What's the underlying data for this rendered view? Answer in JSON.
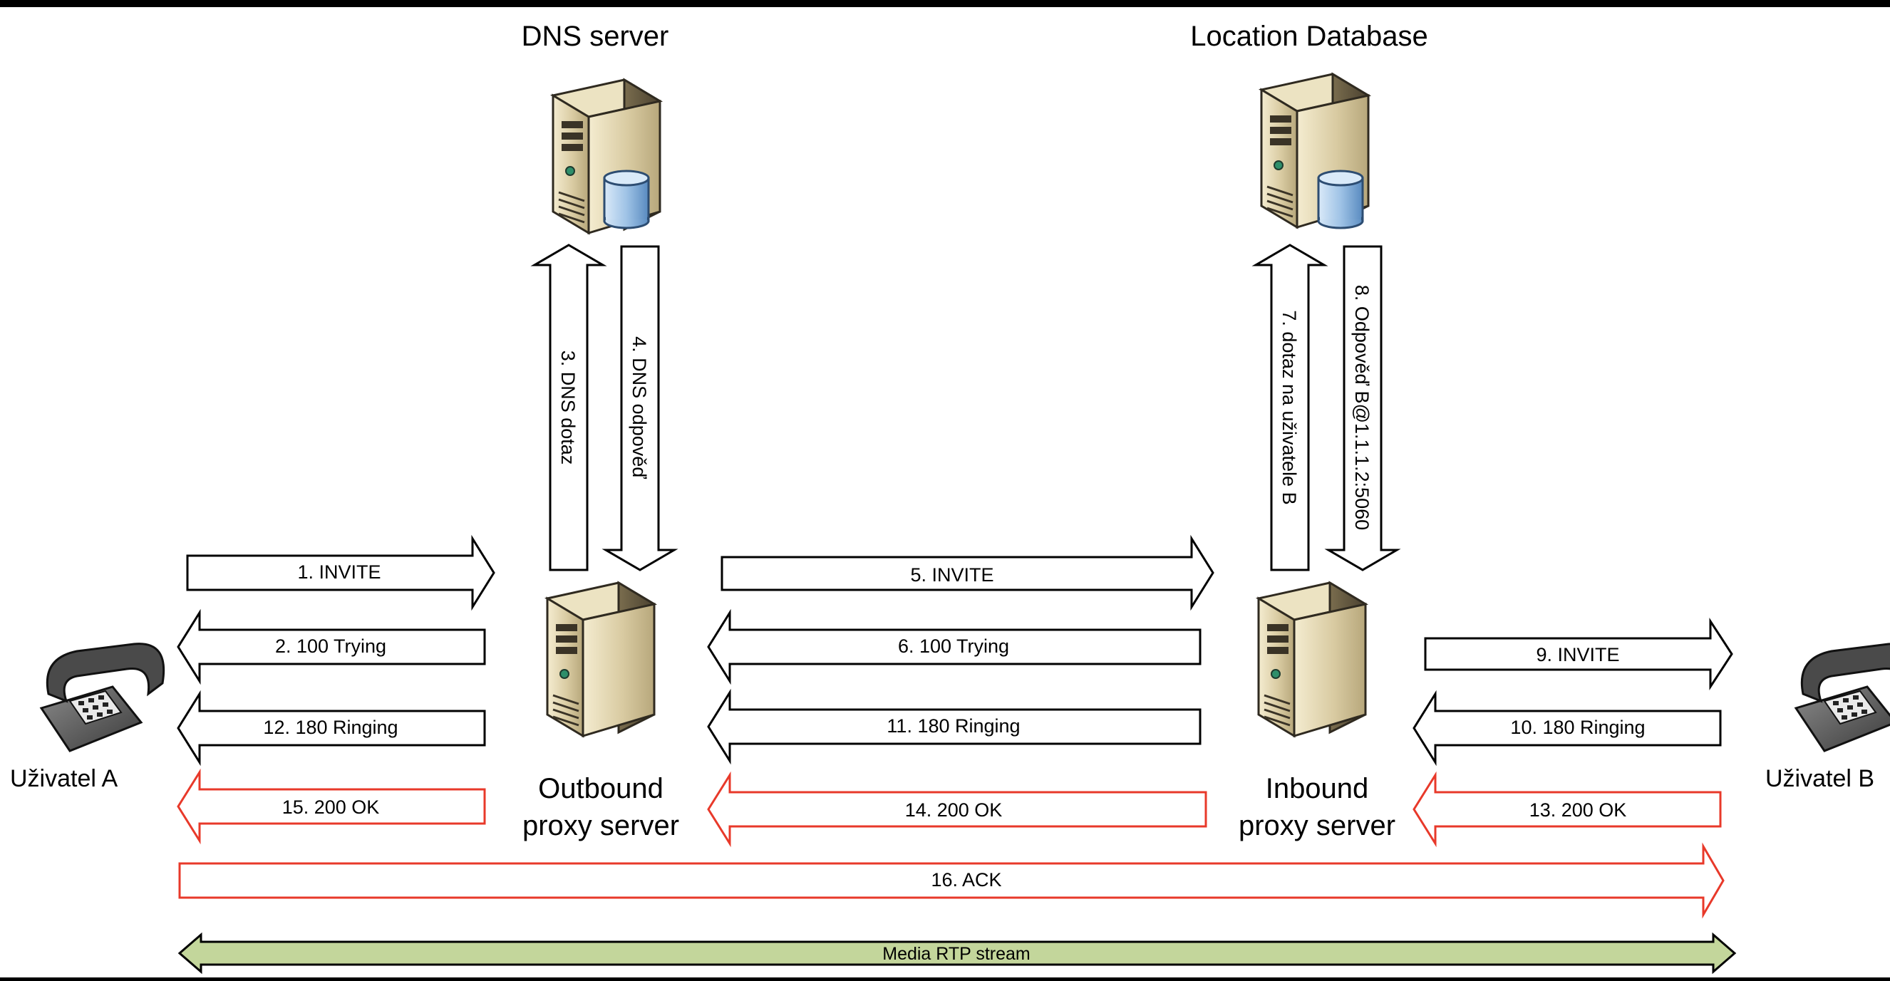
{
  "nodes": {
    "dns_server": "DNS server",
    "location_db": "Location Database",
    "outbound_line1": "Outbound",
    "outbound_line2": "proxy server",
    "inbound_line1": "Inbound",
    "inbound_line2": "proxy server",
    "user_a": "Uživatel A",
    "user_b": "Uživatel B"
  },
  "messages": {
    "m1": "1. INVITE",
    "m2": "2. 100 Trying",
    "m3": "3. DNS dotaz",
    "m4": "4. DNS odpověď",
    "m5": "5. INVITE",
    "m6": "6. 100 Trying",
    "m7": "7. dotaz na uživatele B",
    "m8": "8. Odpověď B@1.1.1.2:5060",
    "m9": "9. INVITE",
    "m10": "10. 180 Ringing",
    "m11": "11. 180 Ringing",
    "m12": "12. 180 Ringing",
    "m13": "13. 200 OK",
    "m14": "14. 200 OK",
    "m15": "15. 200 OK",
    "m16": "16. ACK",
    "rtp": "Media RTP stream"
  },
  "colors": {
    "signal_stroke": "#000000",
    "ok_stroke": "#e8392a",
    "rtp_fill": "#c3d69b",
    "server_body": "#d9cfae",
    "db_cylinder": "#a9c8e6"
  },
  "icons": [
    "server-icon",
    "database-icon",
    "telephone-icon"
  ]
}
